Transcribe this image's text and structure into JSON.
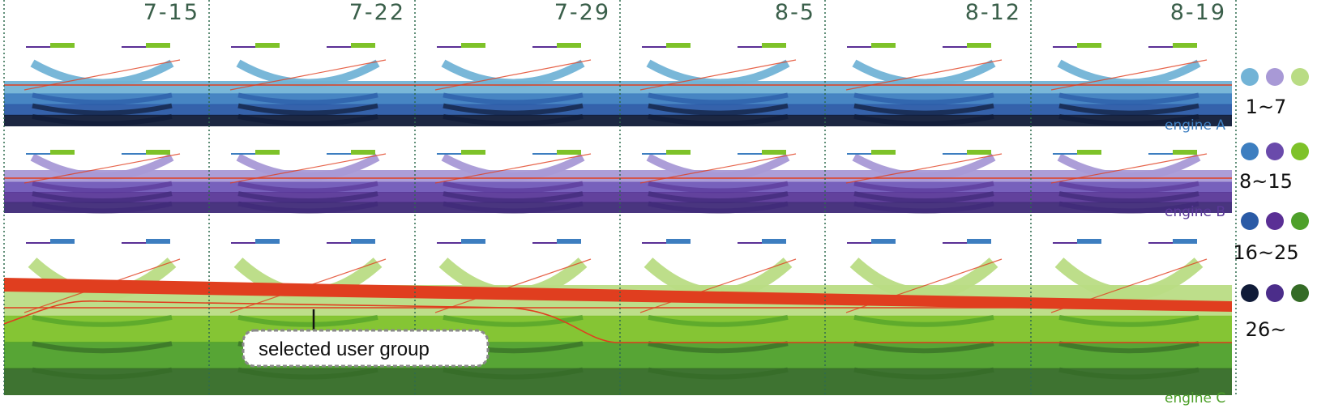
{
  "timeline": {
    "dates": [
      "7-15",
      "7-22",
      "7-29",
      "8-5",
      "8-12",
      "8-19"
    ]
  },
  "engines": [
    {
      "label": "engine A",
      "label_color": "#3d7ec0",
      "palette": [
        "#72b3d6",
        "#3d7ec0",
        "#2a5aa6",
        "#101b38"
      ]
    },
    {
      "label": "engine B",
      "label_color": "#5a3898",
      "palette": [
        "#a899d6",
        "#7058b8",
        "#5a3898",
        "#3f2a78"
      ]
    },
    {
      "label": "engine C",
      "label_color": "#4ea02a",
      "palette": [
        "#b9dc84",
        "#7ec229",
        "#4ea02a",
        "#346b26"
      ]
    }
  ],
  "legend": {
    "title": "",
    "groups": [
      {
        "label": "1~7",
        "colors": [
          "#72b3d6",
          "#a899d6",
          "#b9dc84"
        ]
      },
      {
        "label": "8~15",
        "colors": [
          "#3d7ec0",
          "#6a4aab",
          "#7ec229"
        ]
      },
      {
        "label": "16~25",
        "colors": [
          "#2a5aa6",
          "#5a2f95",
          "#4ea02a"
        ]
      },
      {
        "label": "26~",
        "colors": [
          "#101b38",
          "#4b2d8a",
          "#346b26"
        ]
      }
    ]
  },
  "annotation": {
    "callout": "selected user group",
    "highlight_color": "#e03e1f"
  }
}
